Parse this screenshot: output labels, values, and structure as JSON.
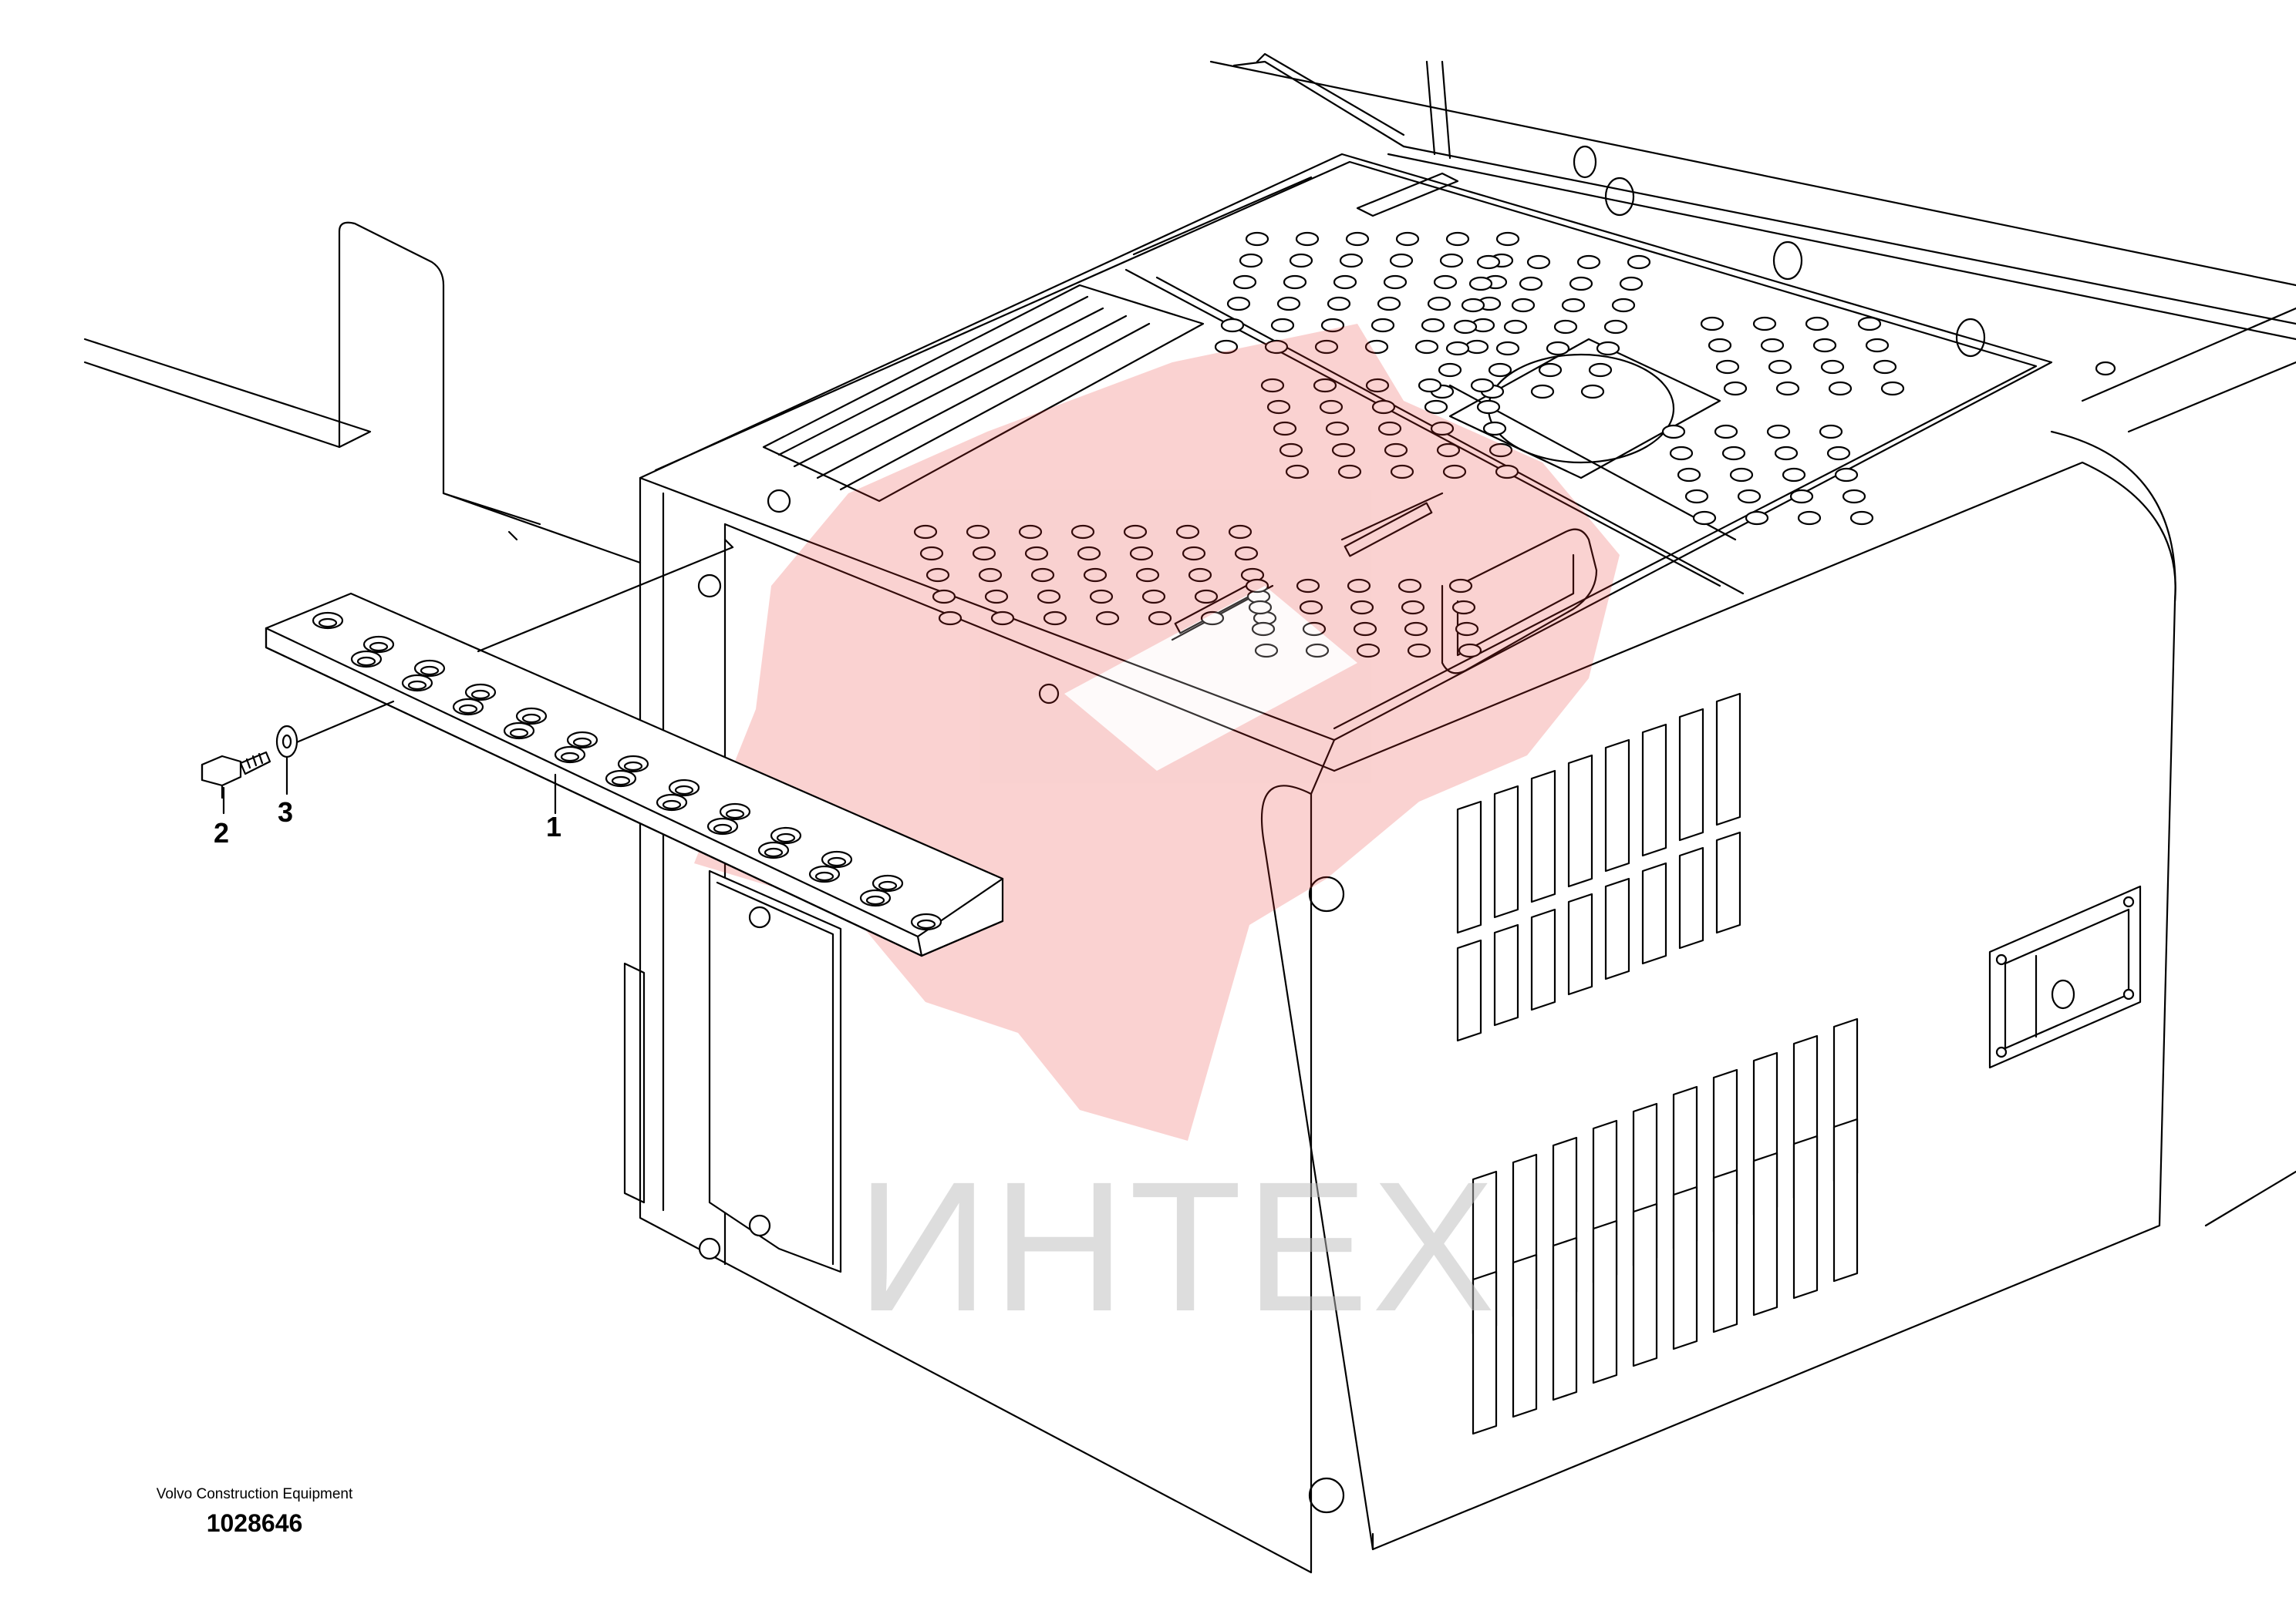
{
  "diagram": {
    "callouts": [
      {
        "id": "1",
        "label": "1"
      },
      {
        "id": "2",
        "label": "2"
      },
      {
        "id": "3",
        "label": "3"
      }
    ],
    "watermark": {
      "text": "ИНТЕХ",
      "color": "#e8312f"
    },
    "caption": {
      "maker": "Volvo Construction Equipment",
      "code": "1028646"
    }
  }
}
